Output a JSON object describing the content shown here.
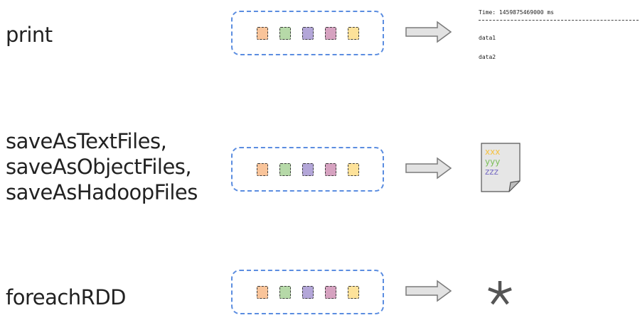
{
  "rows": [
    {
      "label_lines": [
        "print"
      ],
      "output": "console"
    },
    {
      "label_lines": [
        "saveAsTextFiles,",
        "saveAsObjectFiles,",
        "saveAsHadoopFiles"
      ],
      "output": "file"
    },
    {
      "label_lines": [
        "foreachRDD"
      ],
      "output": "asterisk"
    }
  ],
  "console": {
    "time_line": "Time: 1459875469000 ms",
    "data1": "data1",
    "data2": "data2"
  },
  "file": {
    "lines": [
      "xxx",
      "yyy",
      "zzz"
    ],
    "line_colors": [
      "#f5c242",
      "#7cbf5a",
      "#7a6fc4"
    ]
  },
  "icons": {
    "arrow": "right-arrow-icon",
    "file": "document-icon",
    "asterisk": "asterisk-icon"
  },
  "colors": {
    "dstream_border": "#5b8de0",
    "blocks": [
      "#f9c49a",
      "#b6d9a8",
      "#b3a6d8",
      "#d6a2c0",
      "#fde29a"
    ],
    "arrow_fill": "#e2e2e2",
    "arrow_stroke": "#7a7a7a",
    "asterisk": "#555555"
  }
}
